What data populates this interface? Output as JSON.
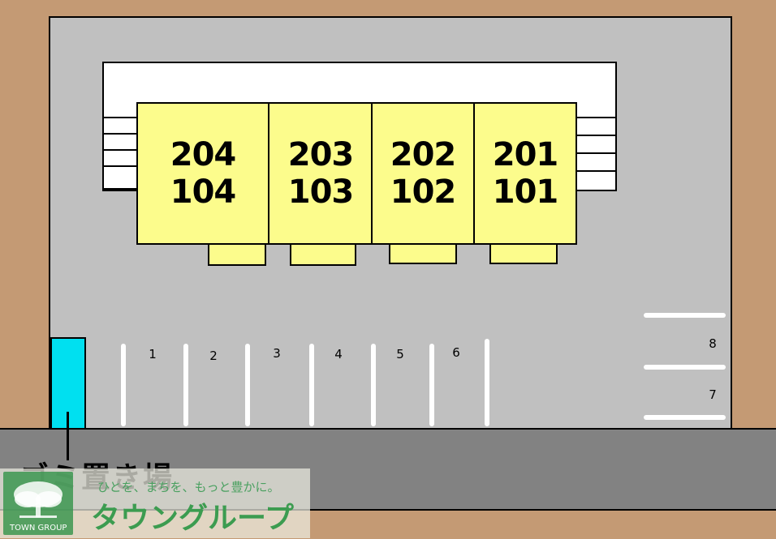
{
  "units": [
    {
      "upper": "204",
      "lower": "104"
    },
    {
      "upper": "203",
      "lower": "103"
    },
    {
      "upper": "202",
      "lower": "102"
    },
    {
      "upper": "201",
      "lower": "101"
    }
  ],
  "parking": {
    "row_numbers": [
      "1",
      "2",
      "3",
      "4",
      "5",
      "6"
    ],
    "side_numbers": [
      "8",
      "7"
    ]
  },
  "trash_area_label": "ゴミ置き場",
  "watermark": {
    "tagline": "ひとを、まちを、もっと豊かに。",
    "brand": "タウングループ",
    "logo_text": "TOWN GROUP"
  },
  "colors": {
    "ground": "#c49a74",
    "lot": "#c0c0c0",
    "road": "#828282",
    "unit": "#fcfc8c",
    "trash_area": "#00e0f0",
    "watermark_green": "#3c9c50"
  }
}
